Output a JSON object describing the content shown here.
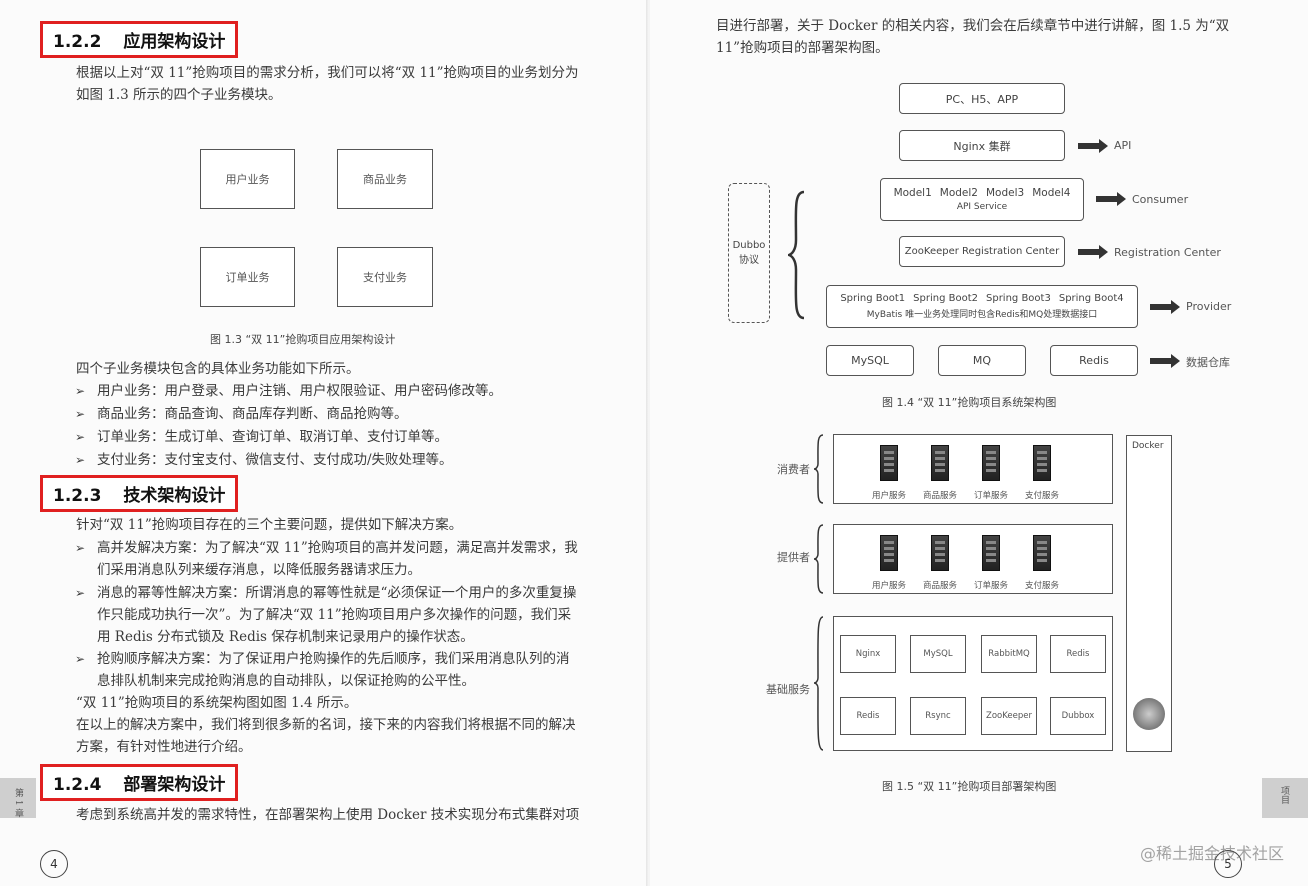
{
  "left": {
    "sec1": {
      "num": "1.2.2",
      "title": "应用架构设计"
    },
    "p1": "根据以上对“双 11”抢购项目的需求分析，我们可以将“双 11”抢购项目的业务划分为如图 1.3 所示的四个子业务模块。",
    "fig13": {
      "boxes": [
        "用户业务",
        "商品业务",
        "订单业务",
        "支付业务"
      ],
      "caption": "图 1.3 “双 11”抢购项目应用架构设计"
    },
    "p2": "四个子业务模块包含的具体业务功能如下所示。",
    "bullets1": [
      "用户业务：用户登录、用户注销、用户权限验证、用户密码修改等。",
      "商品业务：商品查询、商品库存判断、商品抢购等。",
      "订单业务：生成订单、查询订单、取消订单、支付订单等。",
      "支付业务：支付宝支付、微信支付、支付成功/失败处理等。"
    ],
    "sec2": {
      "num": "1.2.3",
      "title": "技术架构设计"
    },
    "p3": "针对“双 11”抢购项目存在的三个主要问题，提供如下解决方案。",
    "bullets2": [
      "高并发解决方案：为了解决“双 11”抢购项目的高并发问题，满足高并发需求，我们采用消息队列来缓存消息，以降低服务器请求压力。",
      "消息的幂等性解决方案：所谓消息的幂等性就是“必须保证一个用户的多次重复操作只能成功执行一次”。为了解决“双 11”抢购项目用户多次操作的问题，我们采用 Redis 分布式锁及 Redis 保存机制来记录用户的操作状态。",
      "抢购顺序解决方案：为了保证用户抢购操作的先后顺序，我们采用消息队列的消息排队机制来完成抢购消息的自动排队，以保证抢购的公平性。"
    ],
    "p4": "“双 11”抢购项目的系统架构图如图 1.4 所示。",
    "p5": "在以上的解决方案中，我们将到很多新的名词，接下来的内容我们将根据不同的解决方案，有针对性地进行介绍。",
    "sec3": {
      "num": "1.2.4",
      "title": "部署架构设计"
    },
    "p6": "考虑到系统高并发的需求特性，在部署架构上使用 Docker 技术实现分布式集群对项",
    "page_num": "4",
    "tab_text": "第 1 章"
  },
  "right": {
    "p_top": "目进行部署，关于 Docker 的相关内容，我们会在后续章节中进行讲解，图 1.5 为“双 11”抢购项目的部署架构图。",
    "fig14": {
      "client": "PC、H5、APP",
      "nginx": "Nginx 集群",
      "api": "API",
      "modules": [
        "Model1",
        "Model2",
        "Model3",
        "Model4"
      ],
      "api_service": "API Service",
      "consumer": "Consumer",
      "zookeeper": "ZooKeeper Registration Center",
      "registration": "Registration Center",
      "dubbo": "Dubbo 协议",
      "spring": [
        "Spring Boot1",
        "Spring Boot2",
        "Spring Boot3",
        "Spring Boot4"
      ],
      "spring_note": "MyBatis    唯一业务处理同时包含Redis和MQ处理数据接口",
      "provider": "Provider",
      "stores": [
        "MySQL",
        "MQ",
        "Redis"
      ],
      "storage": "数据仓库",
      "caption": "图 1.4 “双 11”抢购项目系统架构图"
    },
    "fig15": {
      "docker": "Docker",
      "consumer_label": "消费者",
      "consumers": [
        "用户服务",
        "商品服务",
        "订单服务",
        "支付服务"
      ],
      "provider_label": "提供者",
      "providers": [
        "用户服务",
        "商品服务",
        "订单服务",
        "支付服务"
      ],
      "infra_label": "基础服务",
      "infra_row1": [
        "Nginx",
        "MySQL",
        "RabbitMQ",
        "Redis"
      ],
      "infra_row2": [
        "Redis",
        "Rsync",
        "ZooKeeper",
        "Dubbox"
      ],
      "caption": "图 1.5 “双 11”抢购项目部署架构图"
    },
    "page_num": "5",
    "tab_text": "项目",
    "watermark": "@稀土掘金技术社区"
  }
}
